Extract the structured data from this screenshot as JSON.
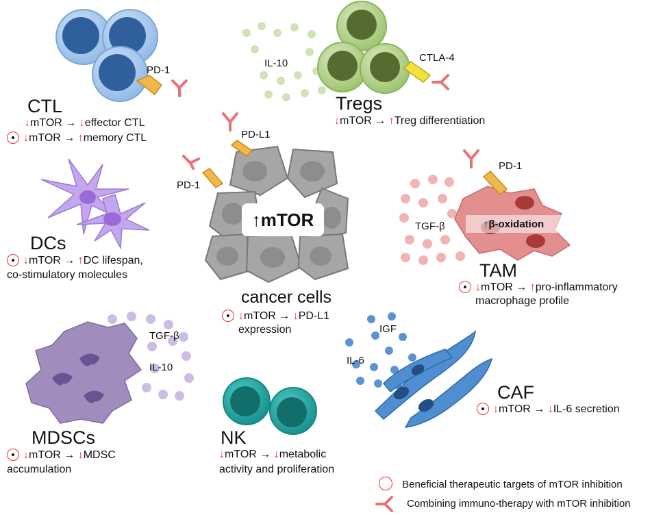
{
  "colors": {
    "red_arrow": "#e8342c",
    "ctl_blue": "#9cc4ec",
    "treg_green": "#a9cc7e",
    "cancer_gray": "#a6a6a6",
    "tam_pink": "#e38f8f",
    "dc_purple": "#b998e6",
    "mdsc_purple": "#a08cbd",
    "nk_teal": "#1ea3a0",
    "caf_blue": "#4f8fd1",
    "receptor_gold": "#f0b84a"
  },
  "ctl": {
    "title": "CTL",
    "pd1": "PD-1",
    "line1": "mTOR",
    "line1_result": "effector CTL",
    "line2": "mTOR",
    "line2_result": "memory CTL"
  },
  "tregs": {
    "title": "Tregs",
    "il10": "IL-10",
    "ctla4": "CTLA-4",
    "line1": "mTOR",
    "line1_result": "Treg differentiation"
  },
  "cancer": {
    "pdl1": "PD-L1",
    "pd1": "PD-1",
    "center": "↑mTOR",
    "title": "cancer cells",
    "line1": "mTOR",
    "line1_result": "PD-L1",
    "line2": "expression"
  },
  "dcs": {
    "title": "DCs",
    "line1": "mTOR",
    "line1_result": "DC lifespan,",
    "line2": "co-stimulatory molecules"
  },
  "tam": {
    "pd1": "PD-1",
    "tgfb": "TGF-β",
    "box": "↑β-oxidation",
    "title": "TAM",
    "line1": "mTOR",
    "line1_result": "pro-inflammatory",
    "line2": "macrophage profile"
  },
  "mdsc": {
    "tgfb": "TGF-β",
    "il10": "IL-10",
    "title": "MDSCs",
    "line1": "mTOR",
    "line1_result": "MDSC",
    "line2": "accumulation"
  },
  "nk": {
    "title": "NK",
    "line1": "mTOR",
    "line1_result": "metabolic",
    "line2": "activity and proliferation"
  },
  "caf": {
    "igf": "IGF",
    "il6": "IL-6",
    "title": "CAF",
    "line1": "mTOR",
    "line1_result": "IL-6 secretion"
  },
  "legend": {
    "item1": "Beneficial therapeutic targets of mTOR inhibition",
    "item2": "Combining immuno-therapy with mTOR inhibition"
  }
}
